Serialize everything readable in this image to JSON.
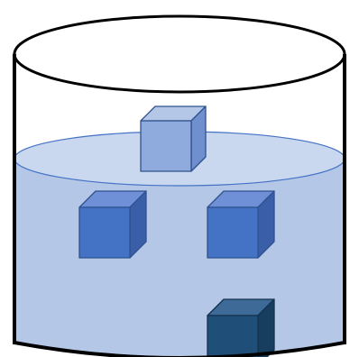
{
  "diagram": {
    "colors": {
      "background": "#ffffff",
      "outline": "#000000",
      "water_fill": "#b4c7e7",
      "water_surface": "#c9d7ef",
      "surface_edge": "#4472c4"
    },
    "cubes": [
      {
        "id": "cube-floating",
        "front": "#8faadc",
        "top": "#b4c7e7",
        "side": "#6f8fcf",
        "edge": "#2f528f"
      },
      {
        "id": "cube-suspended-left",
        "front": "#4472c4",
        "top": "#6f8fd6",
        "side": "#3a5fa8",
        "edge": "#2f528f"
      },
      {
        "id": "cube-suspended-right",
        "front": "#4472c4",
        "top": "#6f8fd6",
        "side": "#3a5fa8",
        "edge": "#2f528f"
      },
      {
        "id": "cube-sunk",
        "front": "#1f4e79",
        "top": "#3d6a96",
        "side": "#173d5f",
        "edge": "#14324f"
      }
    ]
  }
}
